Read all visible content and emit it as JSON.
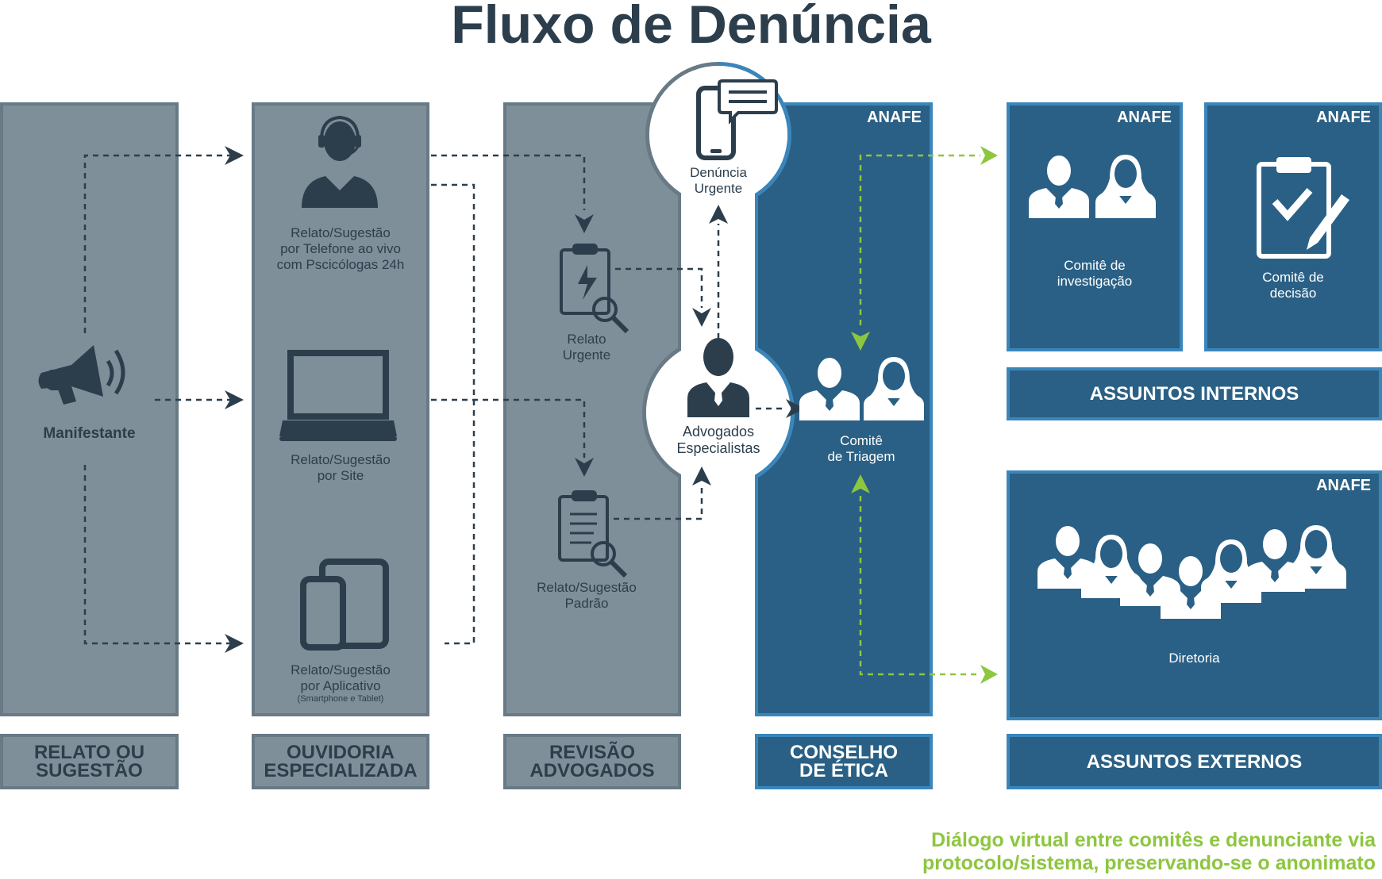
{
  "title": "Fluxo de Denúncia",
  "colors": {
    "dark": "#2c3e4c",
    "grey_fill": "#7f8f99",
    "grey_border": "#687a86",
    "blue_fill": "#2a6085",
    "blue_border": "#3a86bb",
    "green": "#8dc63f",
    "white": "#ffffff"
  },
  "columns": [
    {
      "label": "RELATO OU SUGESTÃO",
      "label_lines": [
        "RELATO OU",
        "SUGESTÃO"
      ],
      "items": [
        {
          "icon": "megaphone-icon",
          "caption": [
            "Manifestante"
          ]
        }
      ]
    },
    {
      "label": "OUVIDORIA ESPECIALIZADA",
      "label_lines": [
        "OUVIDORIA",
        "ESPECIALIZADA"
      ],
      "items": [
        {
          "icon": "call-center-agent-icon",
          "caption": [
            "Relato/Sugestão",
            "por Telefone ao vivo",
            "com Pscicólogas 24h"
          ]
        },
        {
          "icon": "laptop-icon",
          "caption": [
            "Relato/Sugestão",
            "por Site"
          ]
        },
        {
          "icon": "smartphone-tablet-icon",
          "caption": [
            "Relato/Sugestão",
            "por Aplicativo"
          ],
          "note": "(Smartphone e Tablet)"
        }
      ]
    },
    {
      "label": "REVISÃO ADVOGADOS",
      "label_lines": [
        "REVISÃO",
        "ADVOGADOS"
      ],
      "items": [
        {
          "icon": "urgent-clipboard-search-icon",
          "caption": [
            "Relato",
            "Urgente"
          ]
        },
        {
          "icon": "clipboard-search-icon",
          "caption": [
            "Relato/Sugestão",
            "Padrão"
          ]
        }
      ]
    },
    {
      "label": "CONSELHO DE ÉTICA",
      "label_lines": [
        "CONSELHO",
        "DE ÉTICA"
      ],
      "badge": "ANAFE",
      "items": [
        {
          "icon": "committee-people-icon",
          "caption": [
            "Comitê",
            "de Triagem"
          ]
        }
      ]
    }
  ],
  "circles": [
    {
      "icon": "phone-chat-icon",
      "caption": [
        "Denúncia",
        "Urgente"
      ]
    },
    {
      "icon": "lawyer-icon",
      "caption": [
        "Advogados",
        "Especialistas"
      ]
    }
  ],
  "internal": {
    "label": "ASSUNTOS INTERNOS",
    "boxes": [
      {
        "badge": "ANAFE",
        "icon": "committee-people-icon",
        "caption": [
          "Comitê de",
          "investigação"
        ]
      },
      {
        "badge": "ANAFE",
        "icon": "clipboard-check-pencil-icon",
        "caption": [
          "Comitê de",
          "decisão"
        ]
      }
    ]
  },
  "external": {
    "label": "ASSUNTOS EXTERNOS",
    "box": {
      "badge": "ANAFE",
      "icon": "board-group-icon",
      "caption": [
        "Diretoria"
      ]
    }
  },
  "footer": [
    "Diálogo virtual entre comitês e denunciante via",
    "protocolo/sistema, preservando-se o anonimato"
  ]
}
